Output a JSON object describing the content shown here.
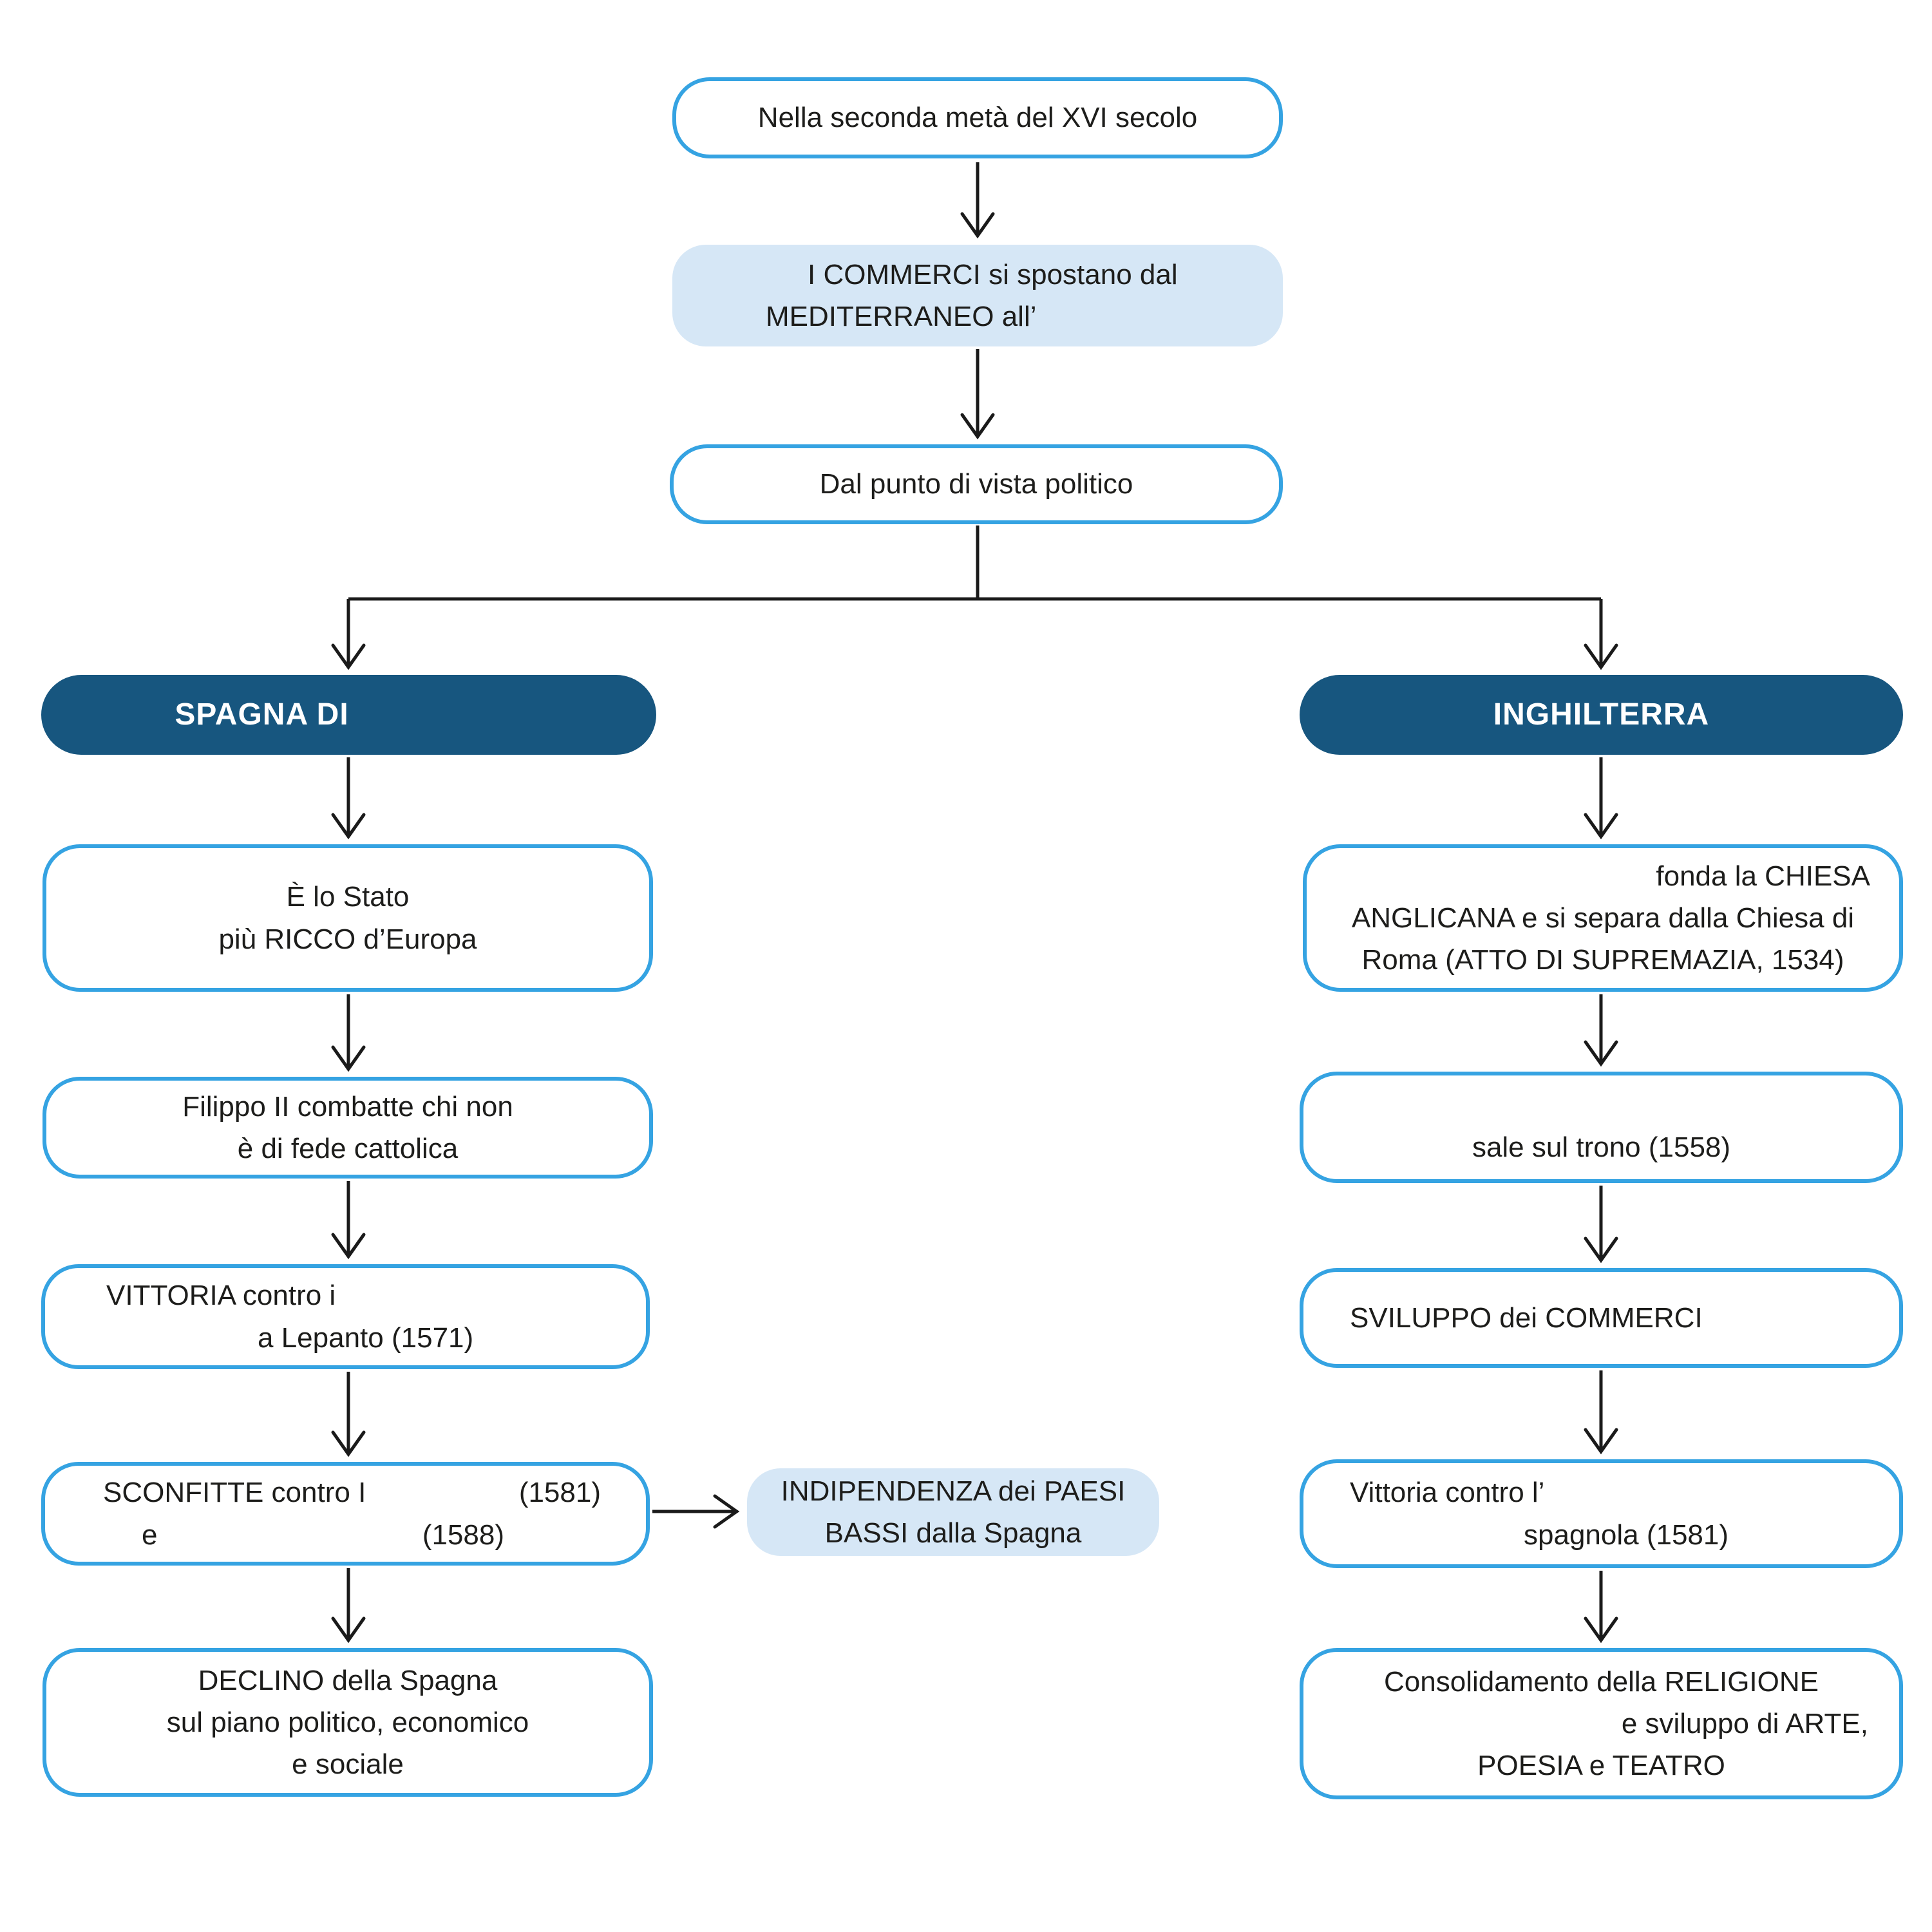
{
  "colors": {
    "box_border": "#35a3e2",
    "header_fill": "#17567f",
    "light_fill": "#d6e7f6",
    "text": "#1d1d1b",
    "arrow": "#1a1a1a"
  },
  "flow": {
    "intro": {
      "text": "Nella seconda metà del XVI secolo"
    },
    "commerci": {
      "line1": "I COMMERCI si spostano dal",
      "line2": "MEDITERRANEO all’"
    },
    "politico": {
      "text": "Dal punto di vista politico"
    },
    "spagna": {
      "header": "SPAGNA DI",
      "box1": {
        "line1": "È lo Stato",
        "line2": "più RICCO d’Europa"
      },
      "box2": {
        "line1": "Filippo II combatte chi non",
        "line2": "è di fede cattolica"
      },
      "box3": {
        "line1": "VITTORIA contro i",
        "line2": "a Lepanto (1571)"
      },
      "box4": {
        "line1a": "SCONFITTE contro I",
        "line1b": "(1581)",
        "line2a": "e",
        "line2b": "(1588)"
      },
      "box5": {
        "line1": "DECLINO della Spagna",
        "line2": "sul piano politico, economico",
        "line3": "e sociale"
      }
    },
    "indipendenza": {
      "line1": "INDIPENDENZA dei PAESI",
      "line2": "BASSI dalla Spagna"
    },
    "inghilterra": {
      "header": "INGHILTERRA",
      "box1": {
        "line1": "fonda la CHIESA",
        "line2": "ANGLICANA e si separa dalla Chiesa di",
        "line3": "Roma (ATTO DI SUPREMAZIA, 1534)"
      },
      "box2": {
        "line2": "sale sul trono (1558)"
      },
      "box3": {
        "line1": "SVILUPPO dei COMMERCI"
      },
      "box4": {
        "line1": "Vittoria contro l’",
        "line2": "spagnola (1581)"
      },
      "box5": {
        "line1": "Consolidamento della RELIGIONE",
        "line2": "e sviluppo di ARTE,",
        "line3": "POESIA e TEATRO"
      }
    }
  }
}
